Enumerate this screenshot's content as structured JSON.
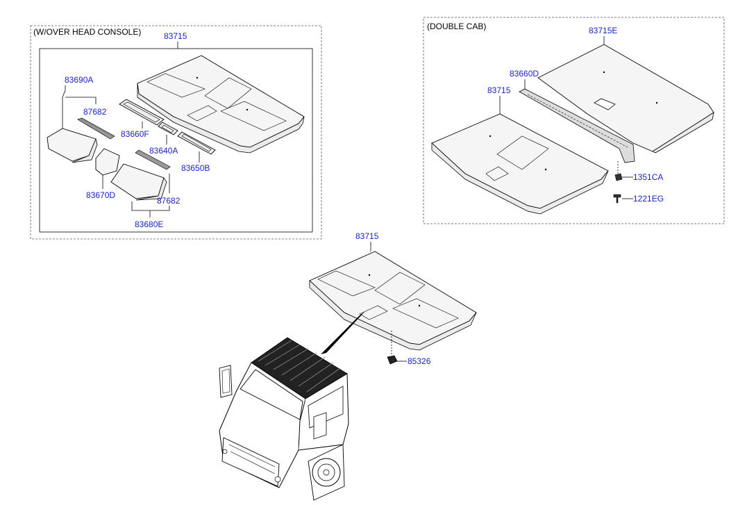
{
  "groups": {
    "overhead_console": {
      "label": "(W/OVER HEAD CONSOLE)"
    },
    "double_cab": {
      "label": "(DOUBLE CAB)"
    }
  },
  "parts": {
    "p83715_a": "83715",
    "p83690a": "83690A",
    "p87682_a": "87682",
    "p83660f": "83660F",
    "p83640a": "83640A",
    "p83650b": "83650B",
    "p83670d": "83670D",
    "p87682_b": "87682",
    "p83680e": "83680E",
    "p83715e": "83715E",
    "p83660d": "83660D",
    "p83715_b": "83715",
    "p1351ca": "1351CA",
    "p1221eg": "1221EG",
    "p83715_c": "83715",
    "p85326": "85326"
  },
  "colors": {
    "part_number": "#1a22c8",
    "line": "#000000",
    "background": "#ffffff"
  }
}
